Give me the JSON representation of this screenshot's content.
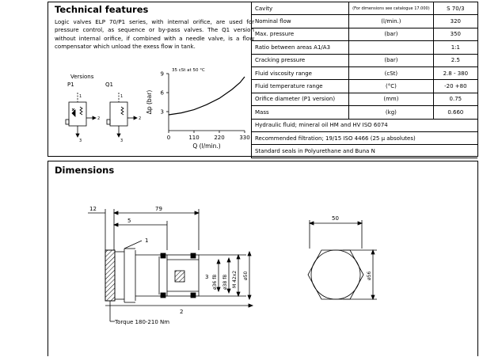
{
  "technical": {
    "title": "Technical  features",
    "description": "Logic valves ELP 70/P1 series, with internal orifice, are used for pressure control, as sequence or by-pass valves. The Q1 version without internal orifice, if combined with a needle valve, is a flow compensator which unload the exess flow in tank.",
    "versions_label": "Versions",
    "version_p1": "P1",
    "version_q1": "Q1",
    "port_labels": [
      "1",
      "2",
      "3"
    ],
    "chart_note": "35 cSt at 50 °C",
    "specs": [
      {
        "label": "Cavity",
        "unit": "(For dimensions see catalogue 17.000)",
        "value": "S 70/3"
      },
      {
        "label": "Nominal flow",
        "unit": "(l/min.)",
        "value": "320"
      },
      {
        "label": "Max. pressure",
        "unit": "(bar)",
        "value": "350"
      },
      {
        "label": "Ratio between areas A1/A3",
        "unit": "",
        "value": "1:1"
      },
      {
        "label": "Cracking pressure",
        "unit": "(bar)",
        "value": "2.5"
      },
      {
        "label": "Fluid viscosity range",
        "unit": "(cSt)",
        "value": "2.8 - 380"
      },
      {
        "label": "Fluid temperature range",
        "unit": "(°C)",
        "value": "-20 +80"
      },
      {
        "label": "Orifice diameter (P1 version)",
        "unit": "(mm)",
        "value": "0.75"
      },
      {
        "label": "Mass",
        "unit": "(kg)",
        "value": "0.660"
      }
    ],
    "spec_notes": [
      "Hydraulic fluid; mineral oil HM and HV    ISO 6074",
      "Recommended filtration; 19/15 ISO 4466 (25 µ absolutes)",
      "Standard seals in Polyurethane and Buna N"
    ]
  },
  "chart_data": {
    "type": "line",
    "title": "35 cSt at 50 °C",
    "xlabel": "Q (l/min.)",
    "ylabel": "Δp (bar)",
    "xlim": [
      0,
      330
    ],
    "ylim": [
      0,
      9
    ],
    "x_ticks": [
      "0",
      "110",
      "220",
      "330"
    ],
    "y_ticks": [
      "3",
      "6",
      "9"
    ],
    "grid": false,
    "series": [
      {
        "name": "",
        "x": [
          0,
          55,
          110,
          165,
          220,
          275,
          310,
          330
        ],
        "y": [
          2.5,
          2.8,
          3.3,
          4.1,
          5.1,
          6.5,
          7.6,
          8.5
        ]
      }
    ]
  },
  "dimensions": {
    "title": "Dimensions",
    "labels": {
      "d12": "12",
      "d79": "79",
      "d5": "5",
      "p1": "1",
      "p2": "2",
      "p3": "3",
      "dia36": "ø36 f8",
      "dia38": "ø38 f8",
      "thread": "M 42x2",
      "dia50": "ø50",
      "torque": "Torque 180-210 Nm",
      "hex50": "50",
      "dia56": "ø56"
    }
  }
}
